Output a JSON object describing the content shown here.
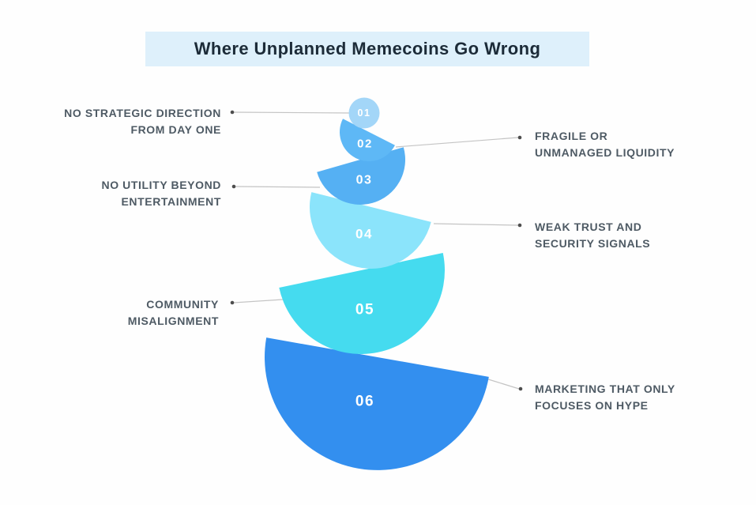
{
  "title": "Where Unplanned Memecoins Go Wrong",
  "theme": {
    "background": "#FEFEFE",
    "banner_bg": "#DEF0FB",
    "title_text": "#1C2B38",
    "label_text": "#4E5A64",
    "connector_line": "#C4C4C4",
    "connector_dot": "#4D4D4D",
    "number_text": "#FFFFFF"
  },
  "items": [
    {
      "number": "01",
      "side": "left",
      "color": "#A3D6F8",
      "label": "NO STRATEGIC DIRECTION FROM DAY ONE",
      "lines": [
        "NO STRATEGIC DIRECTION",
        "FROM DAY ONE"
      ]
    },
    {
      "number": "02",
      "side": "right",
      "color": "#5EB8F6",
      "label": "FRAGILE OR UNMANAGED LIQUIDITY",
      "lines": [
        "FRAGILE OR",
        "UNMANAGED LIQUIDITY"
      ]
    },
    {
      "number": "03",
      "side": "left",
      "color": "#55B0F3",
      "label": "NO UTILITY BEYOND ENTERTAINMENT",
      "lines": [
        "NO UTILITY BEYOND",
        "ENTERTAINMENT"
      ]
    },
    {
      "number": "04",
      "side": "right",
      "color": "#8BE4FB",
      "label": "WEAK TRUST AND SECURITY SIGNALS",
      "lines": [
        "WEAK TRUST AND",
        "SECURITY SIGNALS"
      ]
    },
    {
      "number": "05",
      "side": "left",
      "color": "#45DBEF",
      "label": "COMMUNITY MISALIGNMENT",
      "lines": [
        "COMMUNITY",
        "MISALIGNMENT"
      ]
    },
    {
      "number": "06",
      "side": "right",
      "color": "#338FEF",
      "label": "MARKETING THAT ONLY FOCUSES ON HYPE",
      "lines": [
        "MARKETING THAT ONLY",
        "FOCUSES ON HYPE"
      ]
    }
  ]
}
